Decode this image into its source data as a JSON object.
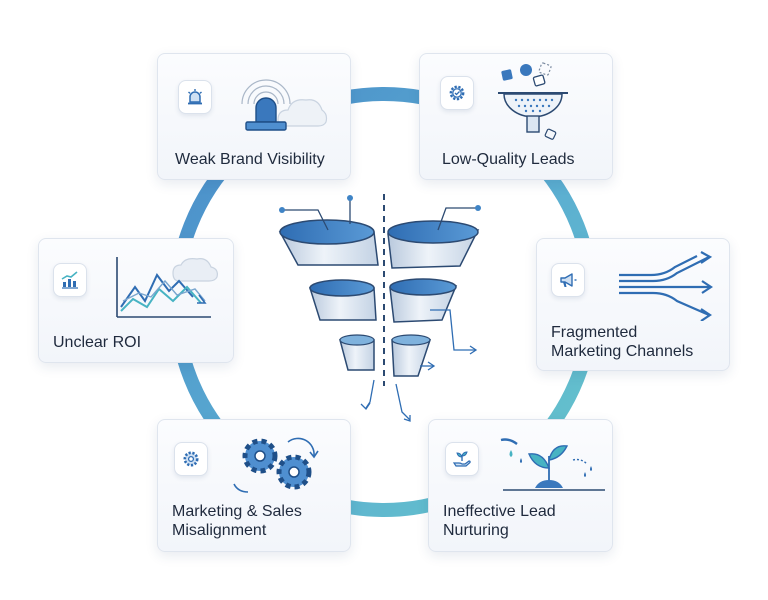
{
  "colors": {
    "ring": "#5fb6cd",
    "ring_dark": "#3f84c6",
    "accent": "#2f6db3",
    "teal": "#47b3c3",
    "ink": "#1f2a3d"
  },
  "cards": [
    {
      "id": "weak-brand-visibility",
      "label": "Weak Brand Visibility",
      "badge_icon": "siren-icon",
      "illustration": "beacon-cloud-illustration"
    },
    {
      "id": "low-quality-leads",
      "label": "Low-Quality Leads",
      "badge_icon": "gear-check-icon",
      "illustration": "sieve-funnel-illustration"
    },
    {
      "id": "fragmented-channels",
      "label": "Fragmented\nMarketing Channels",
      "badge_icon": "megaphone-icon",
      "illustration": "diverging-arrows-illustration"
    },
    {
      "id": "ineffective-nurturing",
      "label": "Ineffective Lead\nNurturing",
      "badge_icon": "hand-plant-icon",
      "illustration": "watering-sprout-illustration"
    },
    {
      "id": "sales-misalignment",
      "label": "Marketing & Sales\nMisalignment",
      "badge_icon": "gear-icon",
      "illustration": "misaligned-gears-illustration"
    },
    {
      "id": "unclear-roi",
      "label": "Unclear ROI",
      "badge_icon": "bar-chart-icon",
      "illustration": "volatile-line-chart-illustration"
    }
  ],
  "center": {
    "illustration": "broken-funnel-illustration"
  }
}
